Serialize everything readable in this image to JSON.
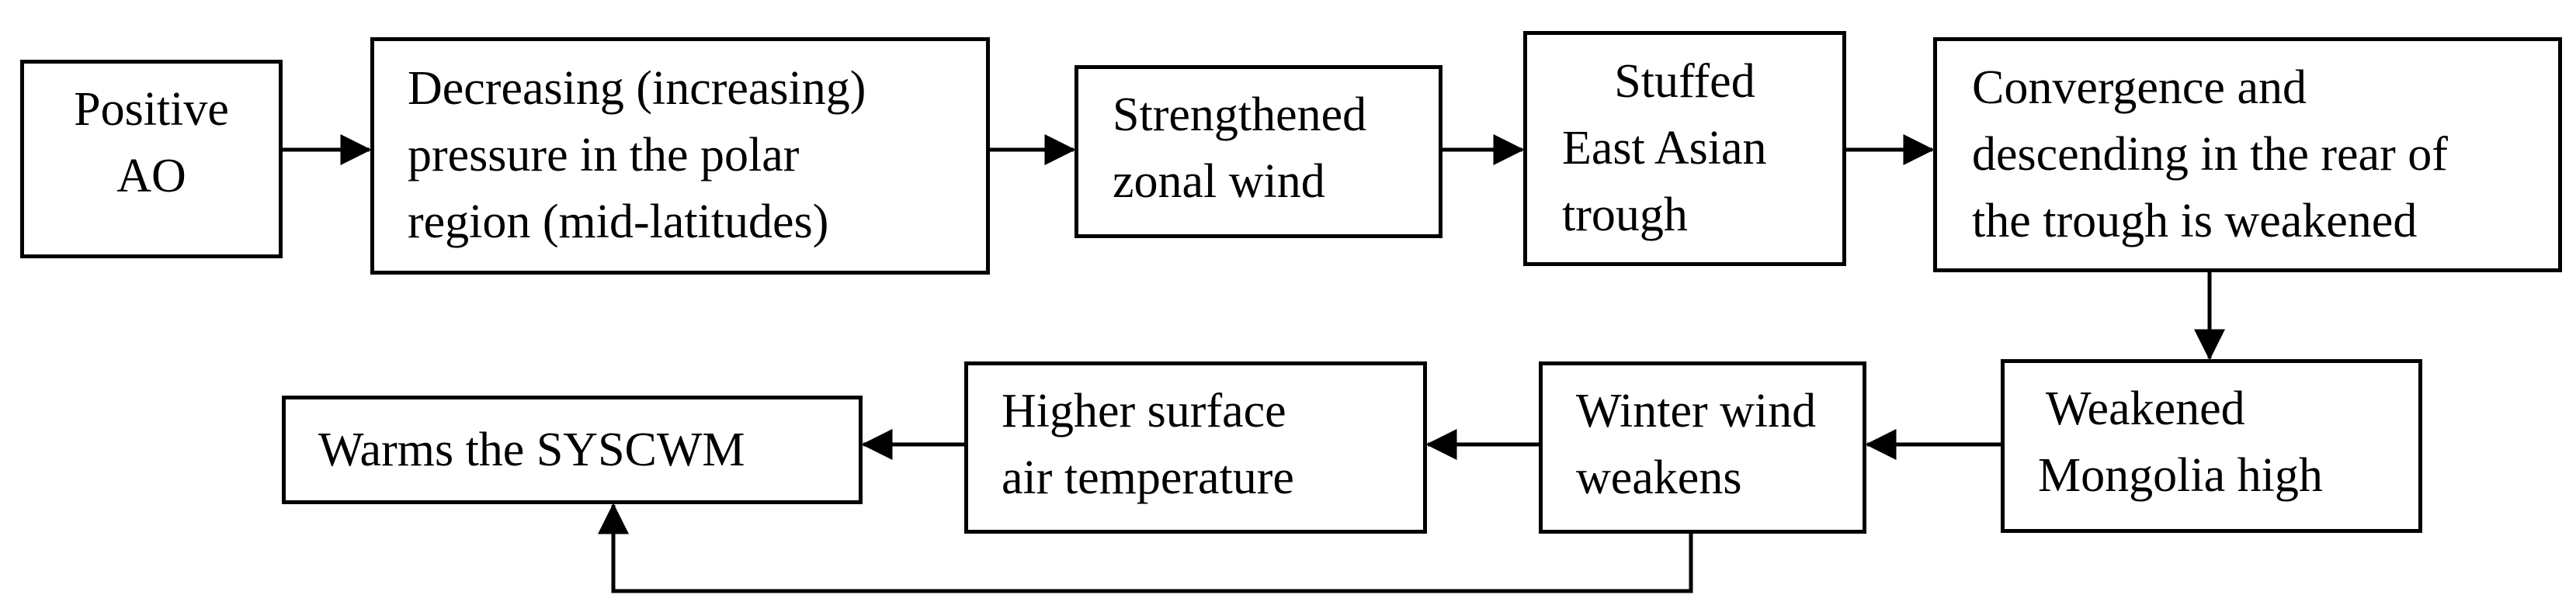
{
  "nodes": {
    "positive_ao": {
      "lines": [
        "Positive",
        "AO"
      ]
    },
    "pressure": {
      "lines": [
        "Decreasing (increasing)",
        "pressure in the polar",
        "region (mid-latitudes)"
      ]
    },
    "zonal_wind": {
      "lines": [
        "Strengthened",
        "zonal wind"
      ]
    },
    "trough": {
      "lines": [
        "Stuffed",
        "East Asian",
        "trough"
      ]
    },
    "convergence": {
      "lines": [
        "Convergence and",
        "descending in the rear of",
        "the trough is weakened"
      ]
    },
    "mongolia_high": {
      "lines": [
        "Weakened",
        "Mongolia high"
      ]
    },
    "winter_wind": {
      "lines": [
        "Winter wind",
        "weakens"
      ]
    },
    "surface_temp": {
      "lines": [
        "Higher surface",
        "air temperature"
      ]
    },
    "warms": {
      "lines": [
        "Warms the SYSCWM"
      ]
    }
  },
  "edges": [
    {
      "from": "positive_ao",
      "to": "pressure"
    },
    {
      "from": "pressure",
      "to": "zonal_wind"
    },
    {
      "from": "zonal_wind",
      "to": "trough"
    },
    {
      "from": "trough",
      "to": "convergence"
    },
    {
      "from": "convergence",
      "to": "mongolia_high"
    },
    {
      "from": "mongolia_high",
      "to": "winter_wind"
    },
    {
      "from": "winter_wind",
      "to": "surface_temp"
    },
    {
      "from": "surface_temp",
      "to": "warms"
    },
    {
      "from": "winter_wind",
      "to": "warms"
    }
  ]
}
